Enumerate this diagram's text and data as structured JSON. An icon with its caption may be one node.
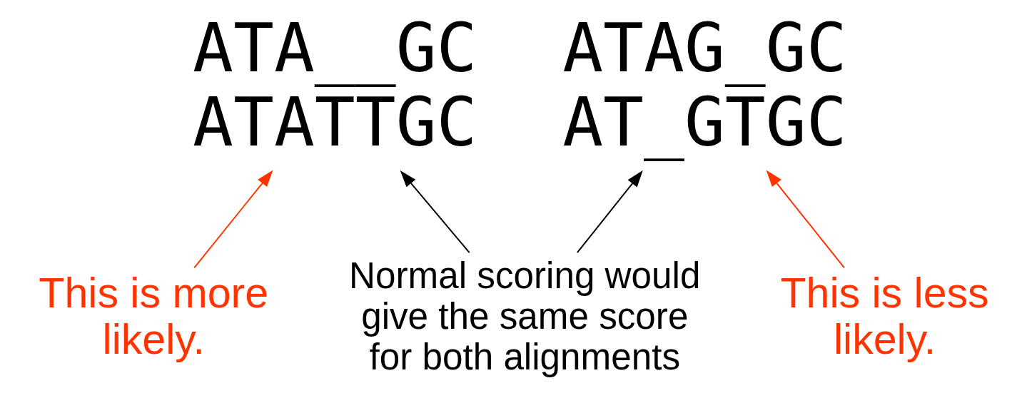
{
  "diagram": {
    "nodes": [
      {
        "text": [
          "ATA__GC",
          "ATATTGC"
        ]
      },
      {
        "text": [
          "ATAG_GC",
          "AT_GTGC"
        ]
      },
      {
        "text": [
          "This is more likely."
        ]
      },
      {
        "text": [
          "Normal scoring would give the same score for both alignments"
        ]
      },
      {
        "text": [
          "This is less likely."
        ]
      }
    ],
    "edges": [
      {
        "from": 2,
        "to": 0,
        "arrow": "to",
        "color": "#ff3300"
      },
      {
        "from": 3,
        "to": 0,
        "arrow": "to",
        "color": "#000000"
      },
      {
        "from": 3,
        "to": 1,
        "arrow": "to",
        "color": "#000000"
      },
      {
        "from": 4,
        "to": 1,
        "arrow": "to",
        "color": "#ff3300"
      }
    ]
  }
}
